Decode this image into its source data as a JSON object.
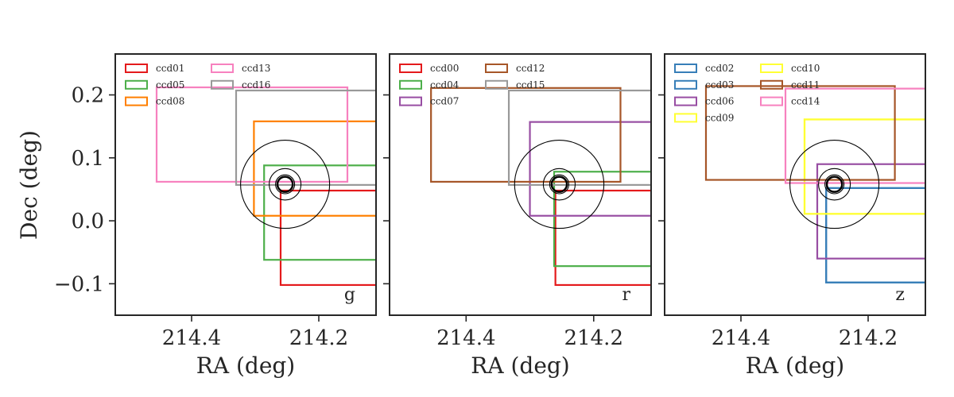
{
  "figure": {
    "ylabel": "Dec (deg)"
  },
  "chart_data": [
    {
      "type": "rectangles",
      "panel_label": "g",
      "xlabel": "RA (deg)",
      "ylabel": "Dec (deg)",
      "xlim": [
        214.52,
        214.11
      ],
      "ylim": [
        -0.15,
        0.265
      ],
      "x_ticks": [
        214.4,
        214.2
      ],
      "x_tick_labels": [
        "214.4",
        "214.2"
      ],
      "y_ticks": [
        0.2,
        0.1,
        0.0,
        -0.1
      ],
      "y_tick_labels": [
        "0.2",
        "0.1",
        "0.0",
        "−0.1"
      ],
      "legend": {
        "position": "top-left",
        "columns": 2
      },
      "ccds": [
        {
          "name": "ccd01",
          "color": "#e41a1c",
          "x0": 214.26,
          "x1": 214.1,
          "y0": -0.102,
          "y1": 0.048
        },
        {
          "name": "ccd05",
          "color": "#4daf4a",
          "x0": 214.286,
          "x1": 214.1,
          "y0": -0.062,
          "y1": 0.088
        },
        {
          "name": "ccd08",
          "color": "#ff7f00",
          "x0": 214.302,
          "x1": 214.1,
          "y0": 0.008,
          "y1": 0.158
        },
        {
          "name": "ccd13",
          "color": "#f781bf",
          "x0": 214.455,
          "x1": 214.155,
          "y0": 0.062,
          "y1": 0.212
        },
        {
          "name": "ccd16",
          "color": "#999999",
          "x0": 214.33,
          "x1": 214.1,
          "y0": 0.057,
          "y1": 0.207
        }
      ],
      "circles": {
        "center": [
          214.253,
          0.058
        ],
        "radii_deg": [
          0.07,
          0.025,
          0.015,
          0.012
        ]
      }
    },
    {
      "type": "rectangles",
      "panel_label": "r",
      "xlabel": "RA (deg)",
      "ylabel": "",
      "xlim": [
        214.52,
        214.11
      ],
      "ylim": [
        -0.15,
        0.265
      ],
      "x_ticks": [
        214.4,
        214.2
      ],
      "x_tick_labels": [
        "214.4",
        "214.2"
      ],
      "y_ticks": [
        0.2,
        0.1,
        0.0,
        -0.1
      ],
      "legend": {
        "position": "top-left",
        "columns": 2
      },
      "ccds": [
        {
          "name": "ccd00",
          "color": "#e41a1c",
          "x0": 214.26,
          "x1": 214.1,
          "y0": -0.102,
          "y1": 0.048
        },
        {
          "name": "ccd04",
          "color": "#4daf4a",
          "x0": 214.262,
          "x1": 214.1,
          "y0": -0.072,
          "y1": 0.078
        },
        {
          "name": "ccd07",
          "color": "#984ea3",
          "x0": 214.3,
          "x1": 214.1,
          "y0": 0.008,
          "y1": 0.157
        },
        {
          "name": "ccd12",
          "color": "#a65628",
          "x0": 214.455,
          "x1": 214.158,
          "y0": 0.062,
          "y1": 0.211
        },
        {
          "name": "ccd15",
          "color": "#999999",
          "x0": 214.333,
          "x1": 214.1,
          "y0": 0.057,
          "y1": 0.207
        }
      ],
      "circles": {
        "center": [
          214.254,
          0.058
        ],
        "radii_deg": [
          0.07,
          0.025,
          0.015,
          0.012
        ]
      }
    },
    {
      "type": "rectangles",
      "panel_label": "z",
      "xlabel": "RA (deg)",
      "ylabel": "",
      "xlim": [
        214.52,
        214.11
      ],
      "ylim": [
        -0.15,
        0.265
      ],
      "x_ticks": [
        214.4,
        214.2
      ],
      "x_tick_labels": [
        "214.4",
        "214.2"
      ],
      "y_ticks": [
        0.2,
        0.1,
        0.0,
        -0.1
      ],
      "legend": {
        "position": "top-left",
        "columns": 2
      },
      "ccds": [
        {
          "name": "ccd02",
          "color": "#377eb8",
          "x0": 214.266,
          "x1": 214.1,
          "y0": -0.098,
          "y1": 0.052
        },
        {
          "name": "ccd03",
          "color": "#377eb8",
          "x0": 214.266,
          "x1": 214.1,
          "y0": -0.098,
          "y1": 0.052
        },
        {
          "name": "ccd06",
          "color": "#984ea3",
          "x0": 214.28,
          "x1": 214.1,
          "y0": -0.06,
          "y1": 0.09
        },
        {
          "name": "ccd09",
          "color": "#ffff33",
          "x0": 214.3,
          "x1": 214.1,
          "y0": 0.011,
          "y1": 0.161
        },
        {
          "name": "ccd10",
          "color": "#ffff33",
          "x0": 214.3,
          "x1": 214.1,
          "y0": 0.011,
          "y1": 0.161
        },
        {
          "name": "ccd11",
          "color": "#a65628",
          "x0": 214.455,
          "x1": 214.158,
          "y0": 0.065,
          "y1": 0.214
        },
        {
          "name": "ccd14",
          "color": "#f781bf",
          "x0": 214.33,
          "x1": 214.1,
          "y0": 0.06,
          "y1": 0.21
        }
      ],
      "circles": {
        "center": [
          214.253,
          0.058
        ],
        "radii_deg": [
          0.07,
          0.025,
          0.015,
          0.012
        ]
      }
    }
  ]
}
